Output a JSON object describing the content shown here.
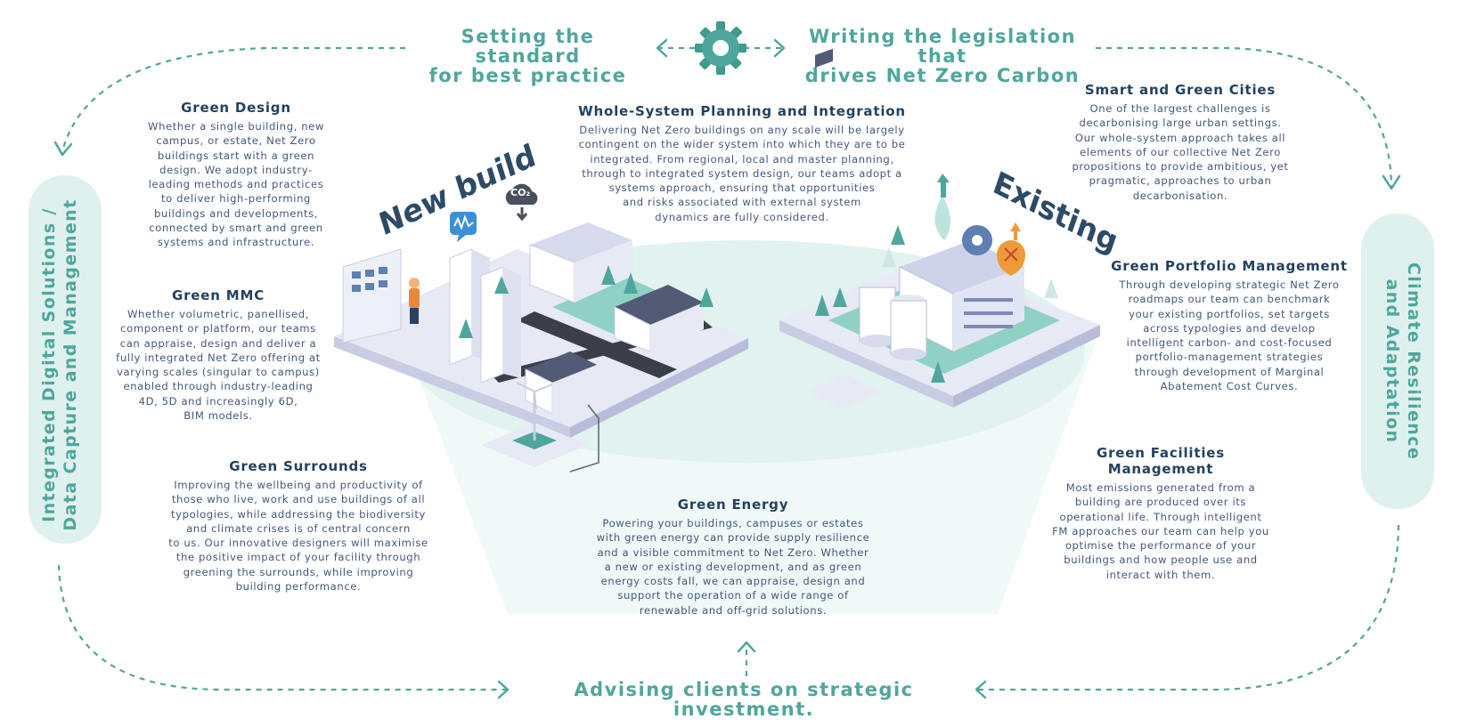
{
  "top_left_heading": "Setting the standard\nfor best practice",
  "top_right_heading": "Writing the legislation that\ndrives Net Zero Carbon",
  "bottom_heading": "Advising clients on strategic investment.",
  "left_pill": "Integrated Digital Solutions /\nData Capture and Management",
  "right_pill": "Climate Resilience\nand Adaptation",
  "iso_new": "New build",
  "iso_existing": "Existing",
  "co2_icon": "CO₂",
  "sections": {
    "green_design": {
      "title": "Green Design",
      "body": "Whether a single building, new\ncampus, or estate, Net Zero\nbuildings start with a green\ndesign. We adopt industry-\nleading methods and practices\nto deliver high-performing\nbuildings and developments,\nconnected by smart and green\nsystems and infrastructure."
    },
    "green_mmc": {
      "title": "Green MMC",
      "body": "Whether volumetric, panellised,\ncomponent or platform, our teams\ncan appraise, design and deliver a\nfully integrated Net Zero offering at\nvarying scales (singular to campus)\nenabled through industry-leading\n4D, 5D and increasingly 6D,\nBIM models."
    },
    "green_surrounds": {
      "title": "Green Surrounds",
      "body": "Improving the wellbeing and productivity of\nthose who live, work and use buildings of all\ntypologies, while addressing the biodiversity\nand climate crises is of central concern\nto us. Our innovative designers will maximise\nthe positive impact of your facility through\ngreening the surrounds, while improving\nbuilding performance."
    },
    "whole_system": {
      "title": "Whole-System Planning and Integration",
      "body": "Delivering Net Zero buildings on any scale will be largely\ncontingent on the wider system into which they are to be\nintegrated. From regional, local and master planning,\nthrough to integrated system design, our teams adopt a\nsystems approach, ensuring that opportunities\nand risks associated with external system\ndynamics are fully considered."
    },
    "green_energy": {
      "title": "Green Energy",
      "body": "Powering your buildings, campuses or estates\nwith green energy can provide supply resilience\nand a visible commitment to Net Zero. Whether\na new or existing development, and as green\nenergy costs fall, we can appraise, design and\nsupport the operation of a wide range of\nrenewable and off-grid solutions."
    },
    "smart_cities": {
      "title": "Smart and Green Cities",
      "body": "One of the largest challenges is\ndecarbonising large urban settings.\nOur whole-system approach takes all\nelements of our collective Net Zero\npropositions to provide ambitious, yet\npragmatic, approaches to urban\ndecarbonisation."
    },
    "portfolio": {
      "title": "Green Portfolio Management",
      "body": "Through developing strategic Net Zero\nroadmaps our team can benchmark\nyour existing portfolios, set targets\nacross typologies and develop\nintelligent carbon- and cost-focused\nportfolio-management strategies\nthrough development of Marginal\nAbatement Cost Curves."
    },
    "facilities": {
      "title": "Green Facilities\nManagement",
      "body": "Most emissions generated from a\nbuilding are produced over its\noperational life. Through intelligent\nFM approaches our team can help you\noptimise the performance of your\nbuildings and how people use and\ninteract with them."
    }
  },
  "icons": [
    "gear-icon",
    "cloud-co2-icon",
    "chart-bubble-icon",
    "leaf-icon",
    "location-pin-icon"
  ],
  "colors": {
    "teal": "#4fa69c",
    "navy": "#23415f",
    "light_teal": "#dff1ee",
    "body_text": "#44577a"
  }
}
